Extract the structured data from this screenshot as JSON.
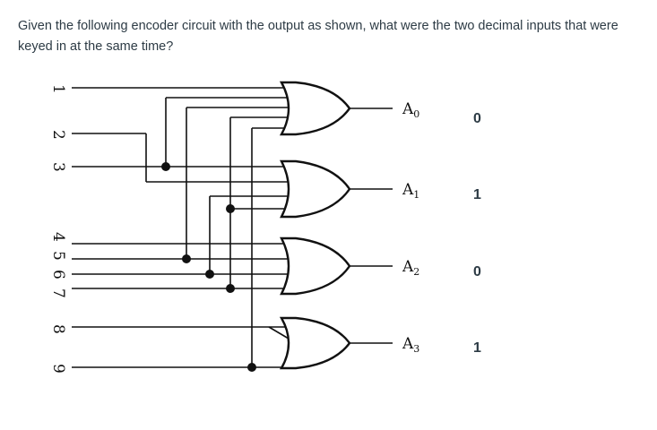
{
  "question": {
    "text": "Given the following encoder circuit with the output as shown, what were the two decimal inputs that were keyed in at the same time?"
  },
  "circuit": {
    "inputs": [
      "1",
      "2",
      "3",
      "4",
      "5",
      "6",
      "7",
      "8",
      "9"
    ],
    "outputs": [
      {
        "name": "A",
        "sub": "0",
        "value": "0"
      },
      {
        "name": "A",
        "sub": "1",
        "value": "1"
      },
      {
        "name": "A",
        "sub": "2",
        "value": "0"
      },
      {
        "name": "A",
        "sub": "3",
        "value": "1"
      }
    ]
  }
}
